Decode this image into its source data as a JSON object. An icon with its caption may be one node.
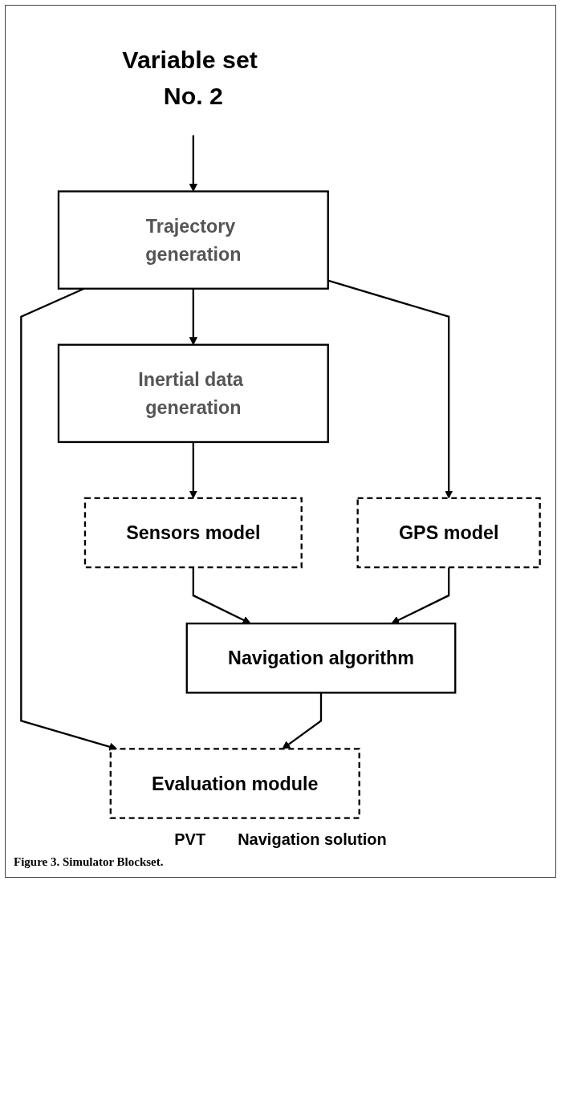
{
  "diagram": {
    "caption": "Figure 3. Simulator Blockset.",
    "nodes": [
      {
        "text": [
          "Variable set No. 2"
        ]
      },
      {
        "text": [
          "Trajectory generation"
        ]
      },
      {
        "text": [
          "Inertial data generation"
        ]
      },
      {
        "text": [
          "Sensors model"
        ]
      },
      {
        "text": [
          "Navigation algorithm"
        ]
      },
      {
        "text": [
          "GPS model"
        ]
      },
      {
        "text": [
          "Evaluation module"
        ]
      }
    ],
    "edges": [
      {
        "from": 0,
        "to": 1,
        "arrow": "to"
      },
      {
        "from": 1,
        "to": 2,
        "arrow": "to"
      },
      {
        "from": 2,
        "to": 3,
        "arrow": "to"
      },
      {
        "from": 3,
        "to": 4,
        "arrow": "to"
      },
      {
        "from": 1,
        "to": 5,
        "arrow": "to"
      },
      {
        "from": 5,
        "to": 4,
        "arrow": "to"
      },
      {
        "from": 1,
        "to": 6,
        "arrow": "to"
      },
      {
        "from": 4,
        "to": 6,
        "arrow": "to"
      }
    ],
    "labels": [
      "PVT",
      "Navigation solution"
    ]
  }
}
